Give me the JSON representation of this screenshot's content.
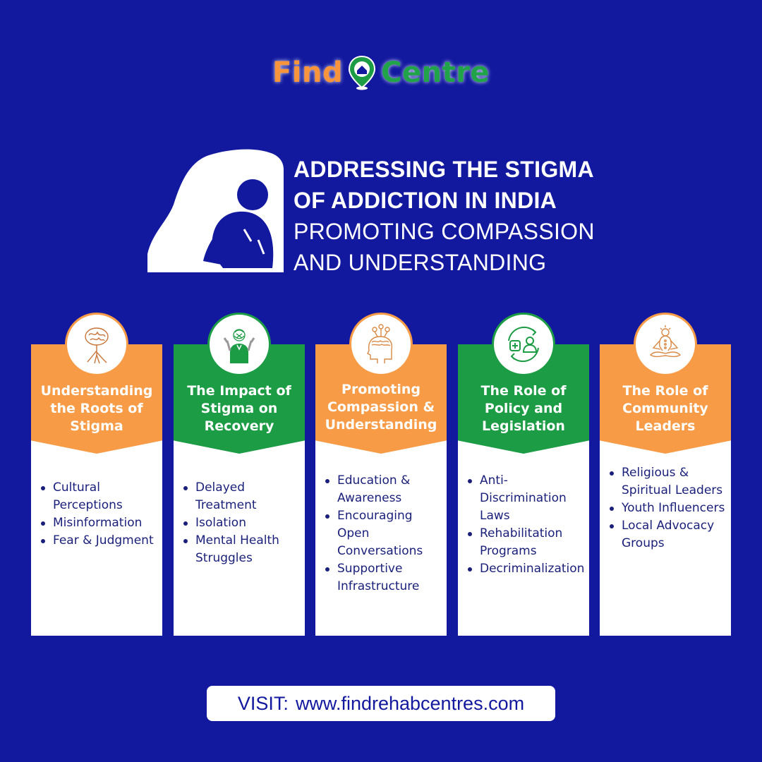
{
  "logo": {
    "word1": "Find",
    "word2": "Centre",
    "icon": "location-pin-house-icon"
  },
  "headline": {
    "line1": "ADDRESSING THE STIGMA",
    "line2": "OF ADDICTION IN INDIA",
    "line3": "PROMOTING COMPASSION",
    "line4": "AND UNDERSTANDING",
    "illustration": "sad-person-sitting-icon"
  },
  "colors": {
    "background": "#12199f",
    "orange": "#f79b47",
    "green": "#1c9c45",
    "text_dark": "#1a1f7a"
  },
  "cards": [
    {
      "title": "Understanding the Roots of Stigma",
      "icon": "brain-roots-icon",
      "color": "orange",
      "items": [
        "Cultural Perceptions",
        "Misinformation",
        "Fear & Judgment"
      ]
    },
    {
      "title": "The Impact of Stigma on Recovery",
      "icon": "stressed-person-icon",
      "color": "green",
      "items": [
        "Delayed Treatment",
        "Isolation",
        "Mental Health Struggles"
      ]
    },
    {
      "title": "Promoting Compassion & Understanding",
      "icon": "head-with-flowers-icon",
      "color": "orange",
      "items": [
        "Education & Awareness",
        "Encouraging Open Conversations",
        "Supportive Infrastructure"
      ]
    },
    {
      "title": "The Role of Policy and Legislation",
      "icon": "medical-person-cycle-icon",
      "color": "green",
      "items": [
        "Anti-Discrimination Laws",
        "Rehabilitation Programs",
        "Decriminalization"
      ]
    },
    {
      "title": "The Role of Community Leaders",
      "icon": "meditation-icon",
      "color": "orange",
      "items": [
        "Religious & Spiritual Leaders",
        "Youth Influencers",
        "Local Advocacy Groups"
      ]
    }
  ],
  "footer": {
    "label": "VISIT:",
    "url": "www.findrehabcentres.com"
  }
}
